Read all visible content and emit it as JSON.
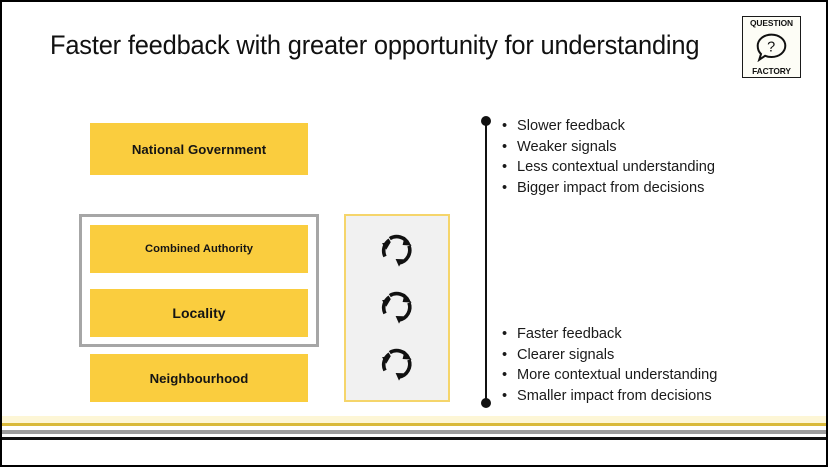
{
  "slide": {
    "title": "Faster feedback with greater opportunity for understanding"
  },
  "logo": {
    "top_word": "QUESTION",
    "bottom_word": "FACTORY",
    "bubble_glyph": "?",
    "icon_name": "question-speech-bubble-icon",
    "border_color": "#1a1a1a",
    "background_color": "#fdfdf6"
  },
  "hierarchy": {
    "accent_color": "#facd3e",
    "group_frame_color": "#a6a6a6",
    "boxes": [
      {
        "label": "National Government"
      },
      {
        "label": "Combined Authority"
      },
      {
        "label": "Locality"
      },
      {
        "label": "Neighbourhood"
      }
    ],
    "grouped_labels": [
      "Combined Authority",
      "Locality"
    ]
  },
  "cycle_panel": {
    "icon_name": "cycle-arrows-icon",
    "icon_count": 3,
    "background_color": "#f1f1f1",
    "border_color": "#f5d56b"
  },
  "axis": {
    "orientation": "vertical",
    "endpoint_marker": "dot",
    "color": "#111111"
  },
  "bullets_top": [
    "Slower feedback",
    "Weaker signals",
    "Less contextual understanding",
    "Bigger impact from decisions"
  ],
  "bullets_bottom": [
    "Faster feedback",
    "Clearer signals",
    "More contextual understanding",
    "Smaller impact from decisions"
  ],
  "footer_stripes": [
    {
      "name": "pale-yellow",
      "color": "#fdf6d6"
    },
    {
      "name": "gold",
      "color": "#d9b93a"
    },
    {
      "name": "grey",
      "color": "#9d9d9d"
    },
    {
      "name": "black",
      "color": "#111111"
    }
  ]
}
